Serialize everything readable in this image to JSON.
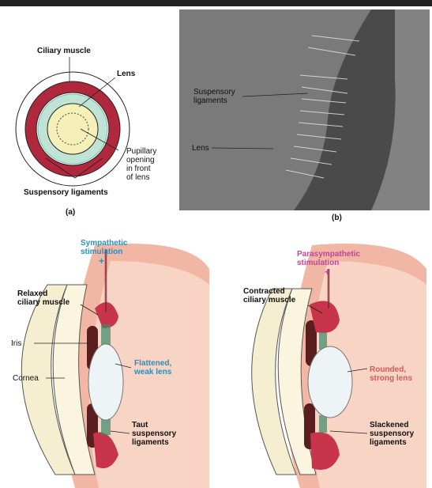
{
  "panel_a": {
    "label_ciliary_muscle": "Ciliary muscle",
    "label_lens": "Lens",
    "label_pupil_1": "Pupillary",
    "label_pupil_2": "opening",
    "label_pupil_3": "in front",
    "label_pupil_4": "of lens",
    "label_suspensory": "Suspensory ligaments",
    "caption": "(a)"
  },
  "panel_b": {
    "label_suspensory_1": "Suspensory",
    "label_suspensory_2": "ligaments",
    "label_lens": "Lens",
    "caption": "(b)"
  },
  "panel_c": {
    "stim_1": "Sympathetic",
    "stim_2": "stimulation",
    "plus": "+",
    "muscle_1": "Relaxed",
    "muscle_2": "ciliary muscle",
    "iris": "Iris",
    "cornea": "Cornea",
    "lens_1": "Flattened,",
    "lens_2": "weak lens",
    "lig_1": "Taut",
    "lig_2": "suspensory",
    "lig_3": "ligaments"
  },
  "panel_d": {
    "stim_1": "Parasympathetic",
    "stim_2": "stimulation",
    "plus": "+",
    "muscle_1": "Contracted",
    "muscle_2": "ciliary muscle",
    "lens_1": "Rounded,",
    "lens_2": "strong lens",
    "lig_1": "Slackened",
    "lig_2": "suspensory",
    "lig_3": "ligaments"
  },
  "colors": {
    "muscle": "#b0283c",
    "ligament": "#8fd0c0",
    "lens": "#f4f0b8",
    "sympathetic": "#2a8fc0",
    "parasympathetic": "#c0459a",
    "lens_text": "#d45a5a"
  }
}
